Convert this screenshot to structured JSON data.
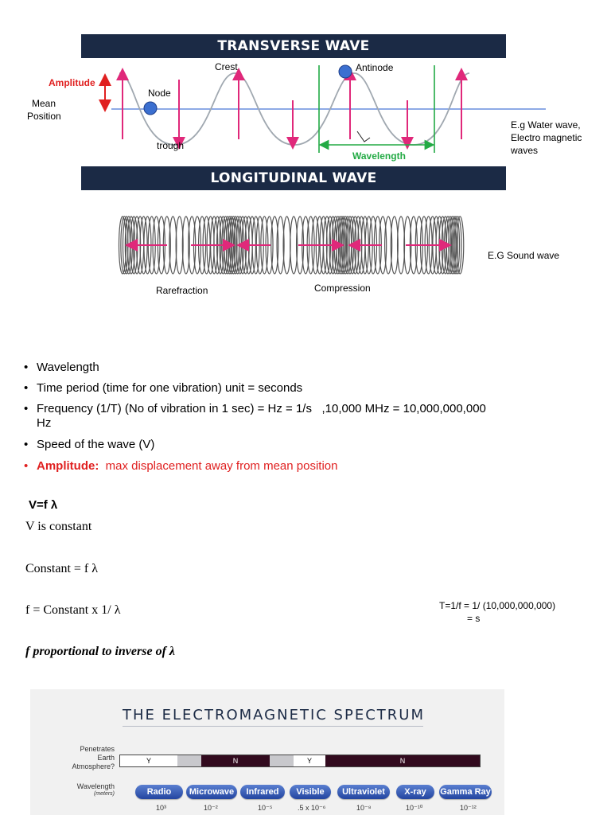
{
  "transverse": {
    "banner": "TRANSVERSE WAVE",
    "labels": {
      "amplitude": "Amplitude",
      "mean_position_1": "Mean",
      "mean_position_2": "Position",
      "node": "Node",
      "crest": "Crest",
      "antinode": "Antinode",
      "trough": "trough",
      "wavelength": "Wavelength",
      "example_1": "E.g Water wave,",
      "example_2": "Electro magnetic",
      "example_3": "waves"
    },
    "colors": {
      "wave": "#a0a8b0",
      "axis": "#4a78d8",
      "arrow": "#e0287a",
      "amplitude": "#e02020",
      "wavelength": "#22aa44",
      "dot": "#3b6fd0"
    }
  },
  "longitudinal": {
    "banner": "LONGITUDINAL WAVE",
    "labels": {
      "rarefraction": "Rarefraction",
      "compression": "Compression",
      "example": "E.G Sound wave"
    }
  },
  "bullets": [
    {
      "text": "Wavelength",
      "highlight": false
    },
    {
      "text": "Time period (time for one vibration) unit = seconds",
      "highlight": false
    },
    {
      "text": "Frequency (1/T) (No of vibration in 1 sec) = Hz = 1/s   ,10,000 MHz = 10,000,000,000",
      "continuation": "Hz",
      "highlight": false
    },
    {
      "text": "Speed of the wave (V)",
      "highlight": false
    },
    {
      "bold_part": "Amplitude:",
      "text": "  max displacement away from mean position",
      "highlight": true
    }
  ],
  "equations": {
    "v_eq": "V=f λ",
    "v_const": "V is constant",
    "const_eq": "Constant = f λ",
    "f_eq": "f = Constant x 1/ λ",
    "t_eq_1": "T=1/f = 1/ (10,000,000,000)",
    "t_eq_2": "= s",
    "proportional": "f proportional to inverse of λ"
  },
  "spectrum": {
    "title": "THE ELECTROMAGNETIC SPECTRUM",
    "penetrates_label_1": "Penetrates",
    "penetrates_label_2": "Earth",
    "penetrates_label_3": "Atmosphere?",
    "penetrate_marks": [
      "Y",
      "N",
      "Y",
      "N"
    ],
    "wavelength_label": "Wavelength",
    "wavelength_unit": "(meters)",
    "bands": [
      "Radio",
      "Microwave",
      "Infrared",
      "Visible",
      "Ultraviolet",
      "X-ray",
      "Gamma Ray"
    ],
    "wavelengths": [
      "10³",
      "10⁻²",
      "10⁻⁵",
      ".5 x 10⁻⁶",
      "10⁻⁸",
      "10⁻¹⁰",
      "10⁻¹²"
    ]
  }
}
